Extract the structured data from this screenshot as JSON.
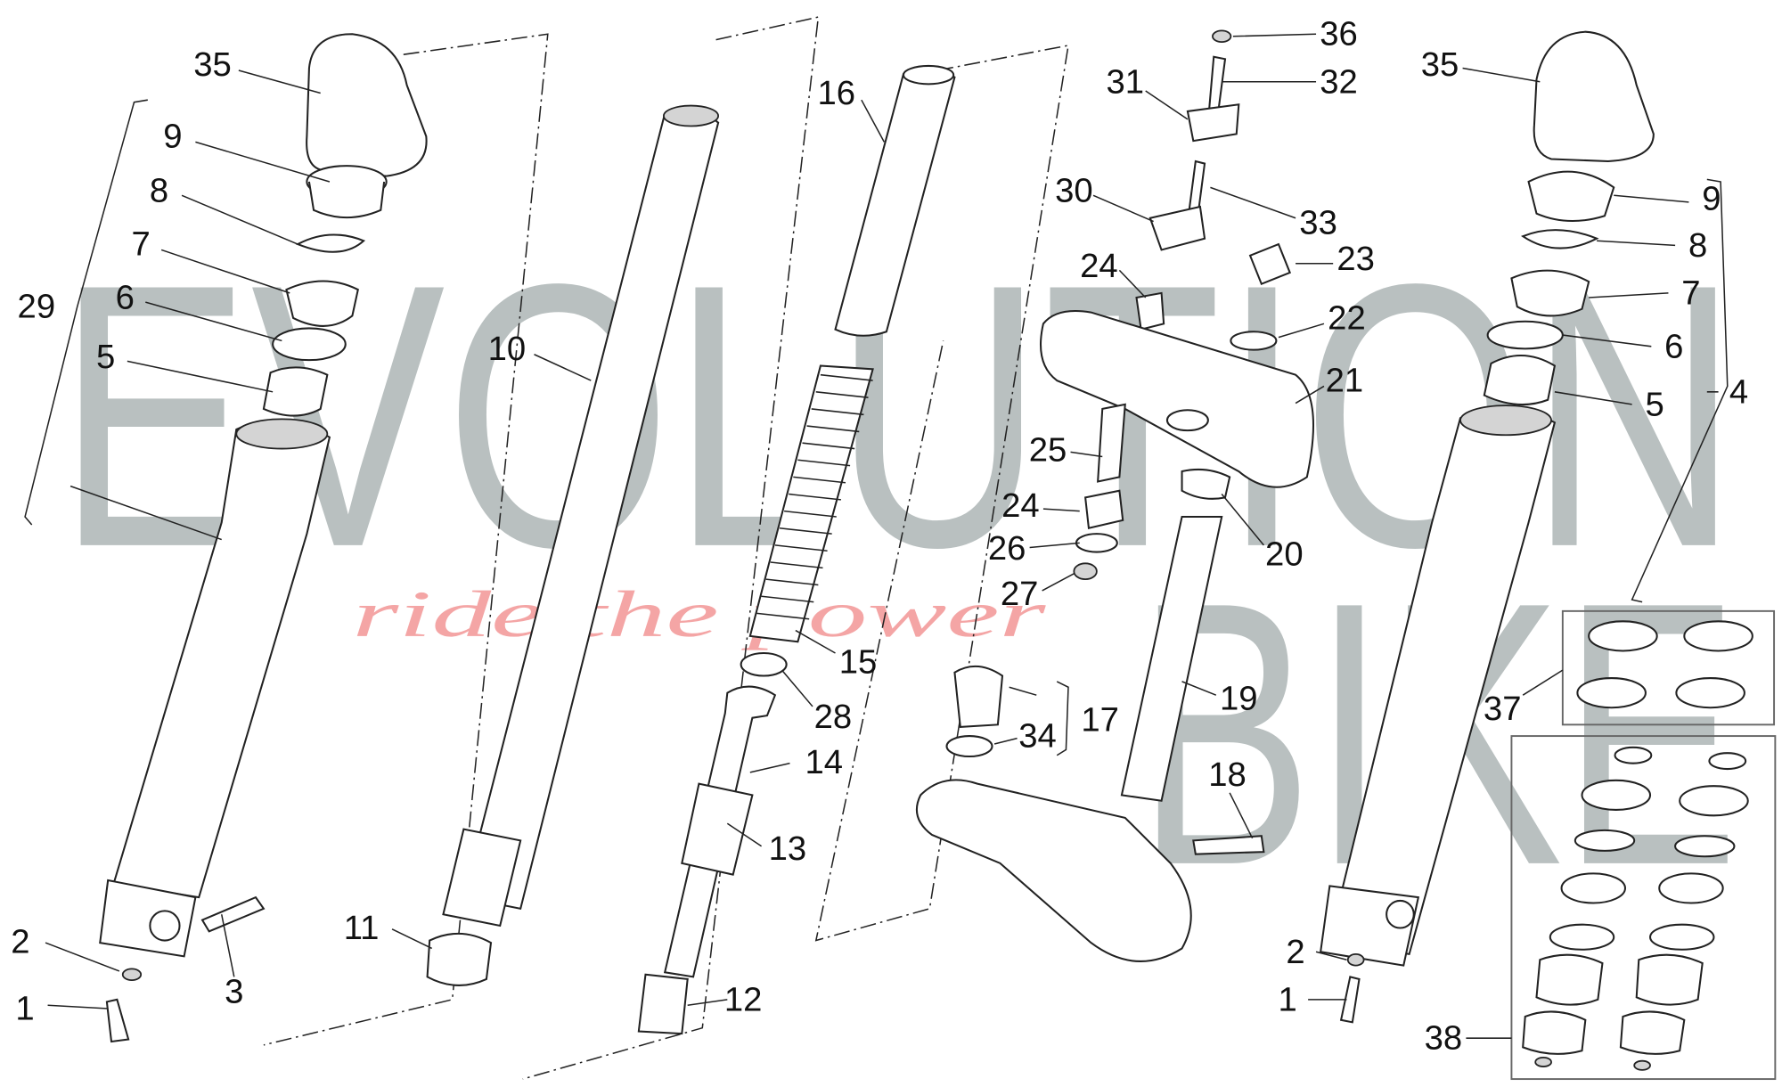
{
  "watermark": {
    "brand_line1": "EVOLUTION",
    "brand_line2": "BIKE",
    "tagline": "ride the power"
  },
  "labels": {
    "l35a": "35",
    "l9a": "9",
    "l8a": "8",
    "l7a": "7",
    "l29": "29",
    "l6a": "6",
    "l5a": "5",
    "l10": "10",
    "l16": "16",
    "l15": "15",
    "l28": "28",
    "l14": "14",
    "l13": "13",
    "l12": "12",
    "l11": "11",
    "l3": "3",
    "l2a": "2",
    "l1a": "1",
    "l36": "36",
    "l31": "31",
    "l32": "32",
    "l30": "30",
    "l33": "33",
    "l24a": "24",
    "l23": "23",
    "l22": "22",
    "l21": "21",
    "l25": "25",
    "l24b": "24",
    "l26": "26",
    "l27": "27",
    "l20": "20",
    "l19": "19",
    "l17": "17",
    "l34": "34",
    "l18": "18",
    "l2b": "2",
    "l1b": "1",
    "l35b": "35",
    "l9b": "9",
    "l8b": "8",
    "l7b": "7",
    "l6b": "6",
    "l5b": "5",
    "l4": "4",
    "l37": "37",
    "l38": "38"
  }
}
